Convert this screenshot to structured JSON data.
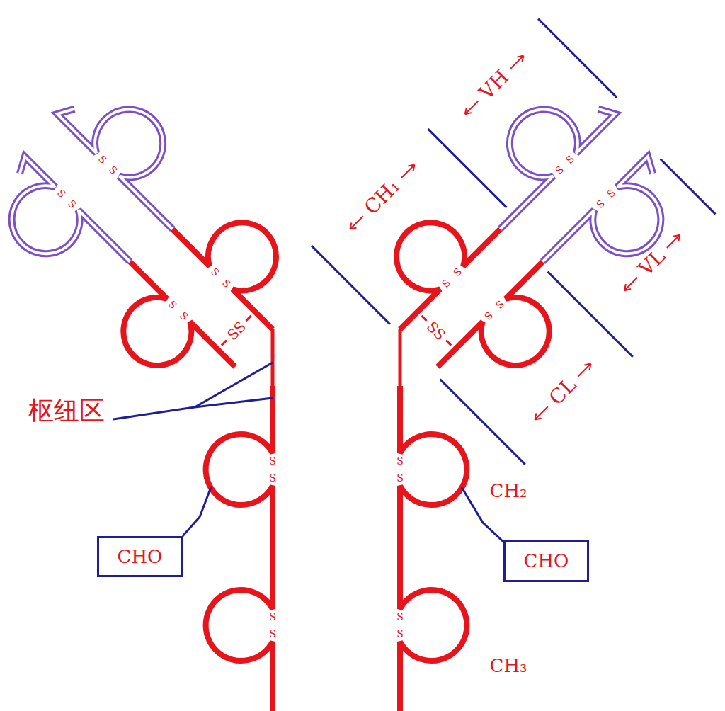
{
  "diagram": {
    "nodes": [
      {
        "text": [
          "CHO"
        ]
      },
      {
        "text": [
          "CHO"
        ]
      }
    ],
    "labels": [
      "VH",
      "CH₁",
      "VL",
      "CL",
      "SS",
      "SS",
      "枢纽区",
      "CH₂",
      "CH₃",
      "S",
      "S",
      "S",
      "S",
      "S",
      "S",
      "S",
      "S",
      "S",
      "S",
      "S",
      "S",
      "S",
      "S",
      "S",
      "S",
      "S",
      "S",
      "S",
      "S",
      "S",
      "S",
      "S",
      "S"
    ]
  }
}
